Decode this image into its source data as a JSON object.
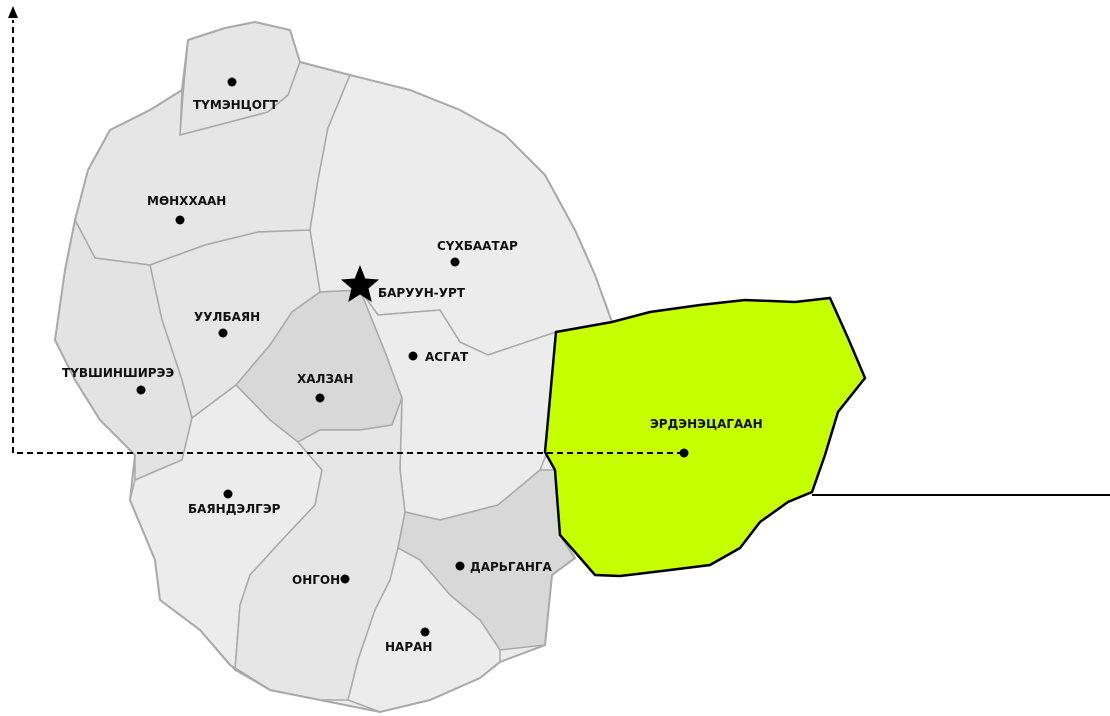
{
  "map": {
    "colors": {
      "highlight": "#c5ff00",
      "district_light": "#ececec",
      "district_mid": "#e3e3e3",
      "district_dark": "#d8d8d8",
      "border": "#a9a9a9",
      "outline": "#000000"
    },
    "capital": {
      "name": "БАРУУН-УРТ",
      "symbol": "star-icon"
    },
    "districts": [
      {
        "id": "tumentsogt",
        "name": "ТҮМЭНЦОГТ"
      },
      {
        "id": "munkhkhaan",
        "name": "МӨНХХААН"
      },
      {
        "id": "sukhbaatar",
        "name": "СҮХБААТАР"
      },
      {
        "id": "uulbayan",
        "name": "УУЛБАЯН"
      },
      {
        "id": "asgat",
        "name": "АСГАТ"
      },
      {
        "id": "tuvshinshiree",
        "name": "ТҮВШИНШИРЭЭ"
      },
      {
        "id": "khalzan",
        "name": "ХАЛЗАН"
      },
      {
        "id": "erdenetsagaan",
        "name": "ЭРДЭНЭЦАГААН",
        "highlighted": true
      },
      {
        "id": "bayandelger",
        "name": "БАЯНДЭЛГЭР"
      },
      {
        "id": "dariganga",
        "name": "ДАРЬГАНГА"
      },
      {
        "id": "ongon",
        "name": "ОНГОН"
      },
      {
        "id": "naran",
        "name": "НАРАН"
      }
    ]
  }
}
